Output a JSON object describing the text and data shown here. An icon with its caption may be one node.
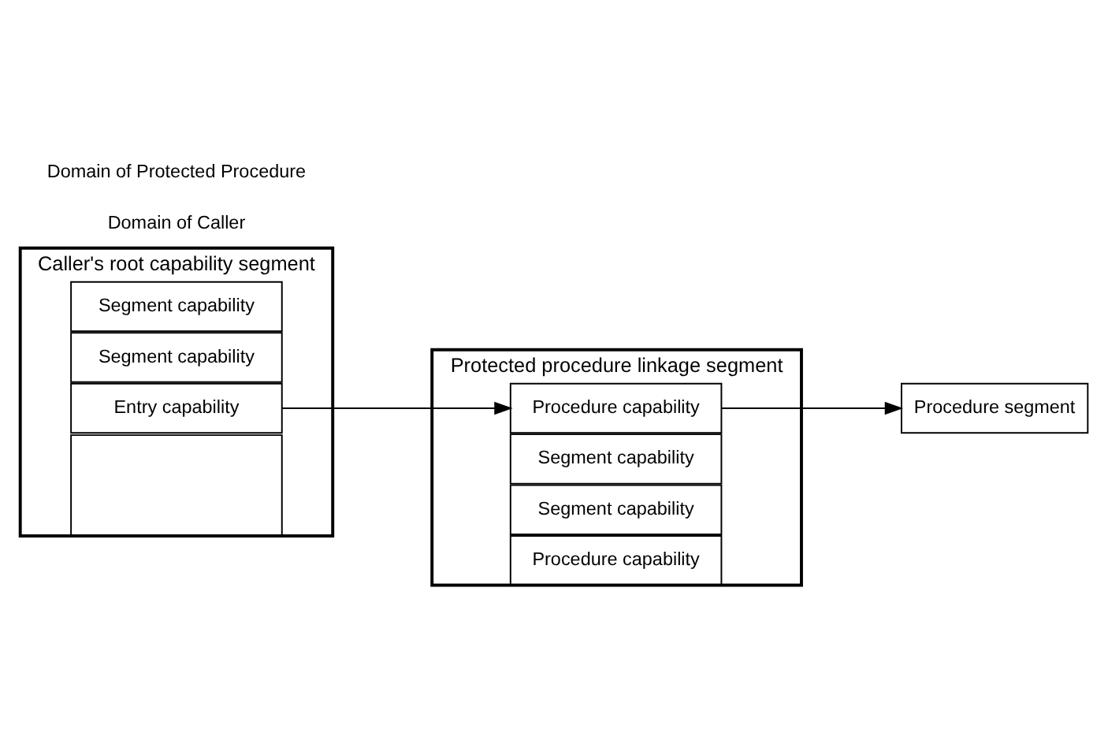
{
  "diagram": {
    "nodes": [
      {
        "text": [
          "Caller's root capability segment"
        ]
      },
      {
        "text": [
          "Segment capability"
        ],
        "in": 0
      },
      {
        "text": [
          "Segment capability"
        ],
        "in": 0
      },
      {
        "text": [
          "Entry capability"
        ],
        "in": 0
      },
      {
        "text": [],
        "shape": "box",
        "in": 0
      },
      {
        "text": [
          "Protected procedure linkage segment"
        ]
      },
      {
        "text": [
          "Procedure capability"
        ],
        "in": 5
      },
      {
        "text": [
          "Segment capability"
        ],
        "in": 5
      },
      {
        "text": [
          "Segment capability"
        ],
        "in": 5
      },
      {
        "text": [
          "Procedure capability"
        ],
        "in": 5
      },
      {
        "text": [
          "Procedure segment"
        ]
      }
    ],
    "edges": [
      {
        "from": 3,
        "to": 6,
        "arrow": "to"
      },
      {
        "from": 6,
        "to": 10,
        "arrow": "to"
      }
    ],
    "labels": [
      "Domain of Caller",
      "Domain of Protected Procedure"
    ]
  }
}
